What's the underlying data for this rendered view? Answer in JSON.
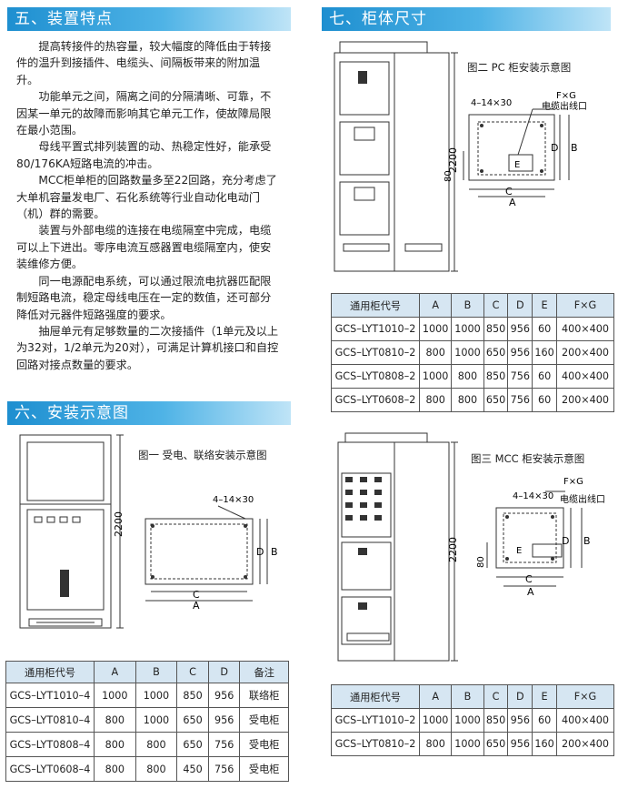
{
  "section5": {
    "title": "五、装置特点",
    "paragraphs": [
      "提高转接件的热容量，较大幅度的降低由于转接件的温升到接插件、电缆头、间隔板带来的附加温升。",
      "功能单元之间，隔离之间的分隔清晰、可靠，不因某一单元的故障而影响其它单元工作，使故障局限在最小范围。",
      "母线平置式排列装置的动、热稳定性好，能承受80/176KA短路电流的冲击。",
      "MCC柜单柜的回路数量多至22回路，充分考虑了大单机容量发电厂、石化系统等行业自动化电动门（机）群的需要。",
      "装置与外部电缆的连接在电缆隔室中完成，电缆可以上下进出。零序电流互感器置电缆隔室内，使安装维修方便。",
      "同一电源配电系统，可以通过限流电抗器匹配限制短路电流，稳定母线电压在一定的数值，还可部分降低对元器件短路强度的要求。",
      "抽屉单元有足够数量的二次接插件（1单元及以上为32对，1/2单元为20对），可满足计算机接口和自控回路对接点数量的要求。"
    ]
  },
  "section6": {
    "title": "六、安装示意图",
    "fig_caption": "图一 受电、联络安装示意图",
    "dim_height": "2200",
    "label_holes": "4–14×30",
    "labels": {
      "A": "A",
      "B": "B",
      "C": "C",
      "D": "D"
    },
    "table": {
      "headers": [
        "通用柜代号",
        "A",
        "B",
        "C",
        "D",
        "备注"
      ],
      "rows": [
        [
          "GCS–LYT1010–4",
          "1000",
          "1000",
          "850",
          "956",
          "联络柜"
        ],
        [
          "GCS–LYT0810–4",
          "800",
          "1000",
          "650",
          "956",
          "受电柜"
        ],
        [
          "GCS–LYT0808–4",
          "800",
          "800",
          "650",
          "756",
          "受电柜"
        ],
        [
          "GCS–LYT0608–4",
          "800",
          "800",
          "450",
          "756",
          "受电柜"
        ]
      ]
    }
  },
  "section7": {
    "title": "七、柜体尺寸",
    "fig2_caption": "图二 PC 柜安装示意图",
    "fig3_caption": "图三 MCC 柜安装示意图",
    "dim_height": "2200",
    "dim_80": "80",
    "label_holes": "4–14×30",
    "label_fg": "F×G",
    "label_cable": "电缆出线口",
    "labels": {
      "A": "A",
      "B": "B",
      "C": "C",
      "D": "D",
      "E": "E"
    },
    "pc_table": {
      "headers": [
        "通用柜代号",
        "A",
        "B",
        "C",
        "D",
        "E",
        "F×G"
      ],
      "rows": [
        [
          "GCS–LYT1010–2",
          "1000",
          "1000",
          "850",
          "956",
          "60",
          "400×400"
        ],
        [
          "GCS–LYT0810–2",
          "800",
          "1000",
          "650",
          "956",
          "160",
          "200×400"
        ],
        [
          "GCS–LYT0808–2",
          "1000",
          "800",
          "850",
          "756",
          "60",
          "400×400"
        ],
        [
          "GCS–LYT0608–2",
          "800",
          "800",
          "650",
          "756",
          "60",
          "200×400"
        ]
      ]
    },
    "mcc_table": {
      "headers": [
        "通用柜代号",
        "A",
        "B",
        "C",
        "D",
        "E",
        "F×G"
      ],
      "rows": [
        [
          "GCS–LYT1010–2",
          "1000",
          "1000",
          "850",
          "956",
          "60",
          "400×400"
        ],
        [
          "GCS–LYT0810–2",
          "800",
          "1000",
          "650",
          "956",
          "160",
          "200×400"
        ]
      ]
    }
  }
}
